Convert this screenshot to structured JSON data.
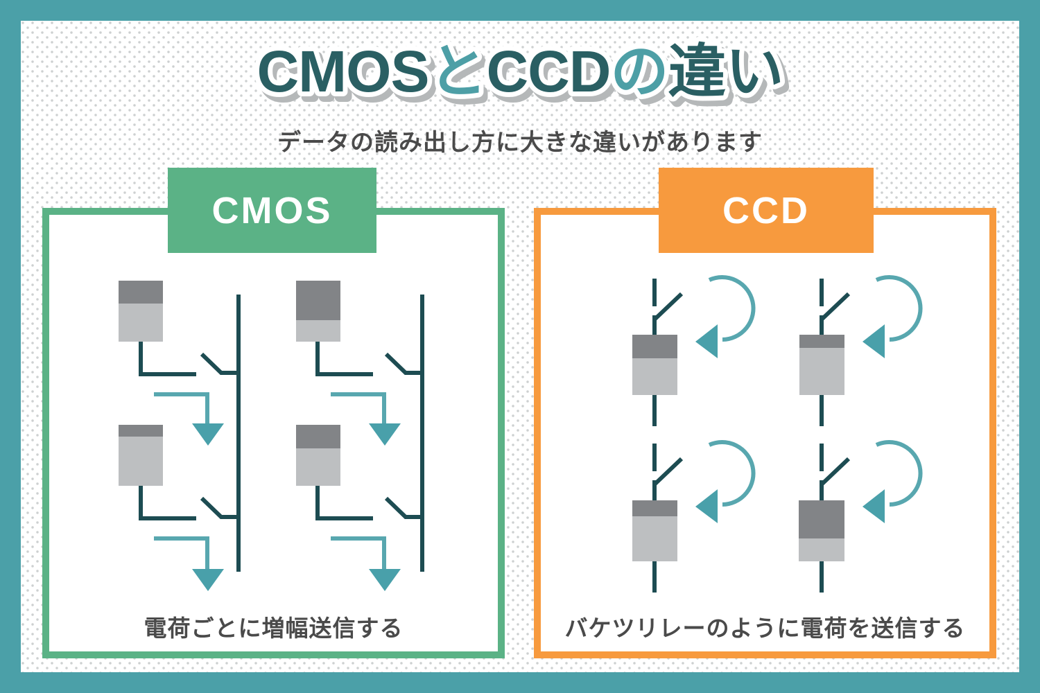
{
  "title": {
    "full": "CMOSとCCDの違い",
    "parts": [
      {
        "text": "CMOS",
        "tone": "dark"
      },
      {
        "text": "と",
        "tone": "light"
      },
      {
        "text": "CCD",
        "tone": "dark"
      },
      {
        "text": "の",
        "tone": "light"
      },
      {
        "text": "違い",
        "tone": "dark"
      }
    ]
  },
  "subtitle": "データの読み出し方に大きな違いがあります",
  "panels": {
    "cmos": {
      "label": "CMOS",
      "caption": "電荷ごとに増幅送信する"
    },
    "ccd": {
      "label": "CCD",
      "caption": "バケツリレーのように電荷を送信する"
    }
  },
  "colors": {
    "frame_teal": "#4BA0A8",
    "panel_green": "#5BB286",
    "panel_orange": "#F79A3E",
    "line_dark_teal": "#1D4C52",
    "arrow_teal": "#58A7AF",
    "arrow_head_teal": "#49A0AA",
    "pixel_gray_dark": "#828487",
    "pixel_gray_light": "#BDBFC1",
    "title_dark": "#2A5F63",
    "title_accent": "#4D9FA6",
    "title_shadow": "#B5B8B9",
    "text_dark": "#4A4A4A",
    "dot_gray": "#CDD0D1"
  }
}
